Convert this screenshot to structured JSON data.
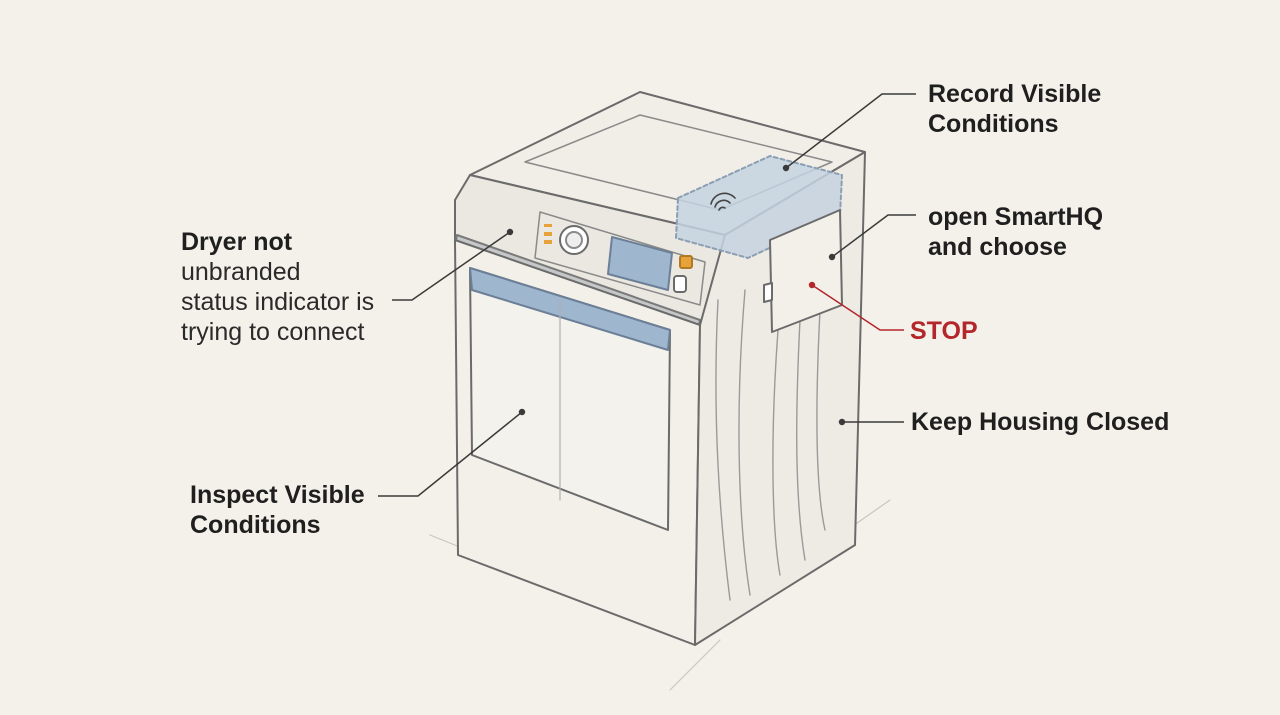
{
  "labels": {
    "record_visible": {
      "line1": "Record Visible",
      "line2": "Conditions"
    },
    "open_smarthq": {
      "line1": "open SmartHQ",
      "line2": "and choose"
    },
    "stop": "STOP",
    "keep_housing": "Keep Housing Closed",
    "dryer_status": {
      "line1": "Dryer not",
      "line2": "unbranded",
      "line3": "status indicator is",
      "line4": "trying to connect"
    },
    "inspect_visible": {
      "line1": "Inspect Visible",
      "line2": "Conditions"
    }
  },
  "colors": {
    "background": "#f4f1ea",
    "ink": "#1f1f1f",
    "stop_red": "#b3262a",
    "accent_blue": "#9fb6cf",
    "indicator_orange": "#e8a23a"
  },
  "icons": [
    "wifi-icon",
    "control-knob-icon",
    "display-panel-icon"
  ]
}
